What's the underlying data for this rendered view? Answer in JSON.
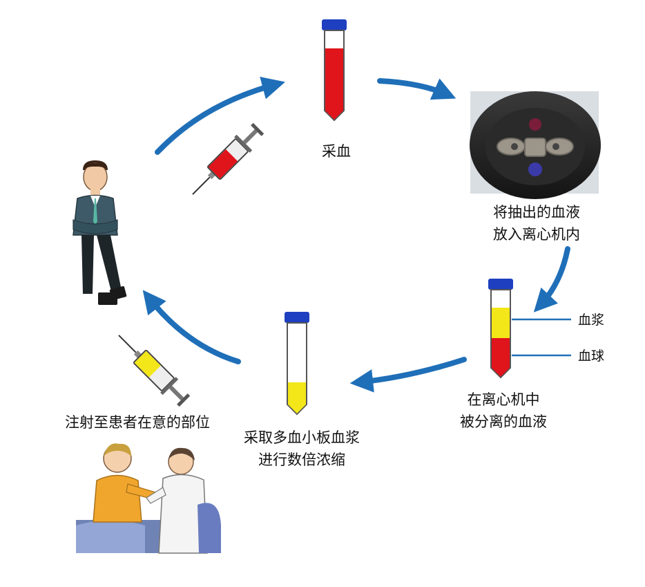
{
  "steps": {
    "collect": {
      "label": "采血"
    },
    "centrifuge": {
      "line1": "将抽出的血液",
      "line2": "放入离心机内"
    },
    "separated": {
      "line1": "在离心机中",
      "line2": "被分离的血液"
    },
    "concentrate": {
      "line1": "采取多血小板血浆",
      "line2": "进行数倍浓缩"
    },
    "inject": {
      "label": "注射至患者在意的部位"
    }
  },
  "tube_labels": {
    "plasma": "血浆",
    "cells": "血球"
  },
  "colors": {
    "arrow": "#1f6fb8",
    "blood": "#e0141b",
    "plasma": "#f3e619",
    "cap": "#1e3fbf"
  }
}
